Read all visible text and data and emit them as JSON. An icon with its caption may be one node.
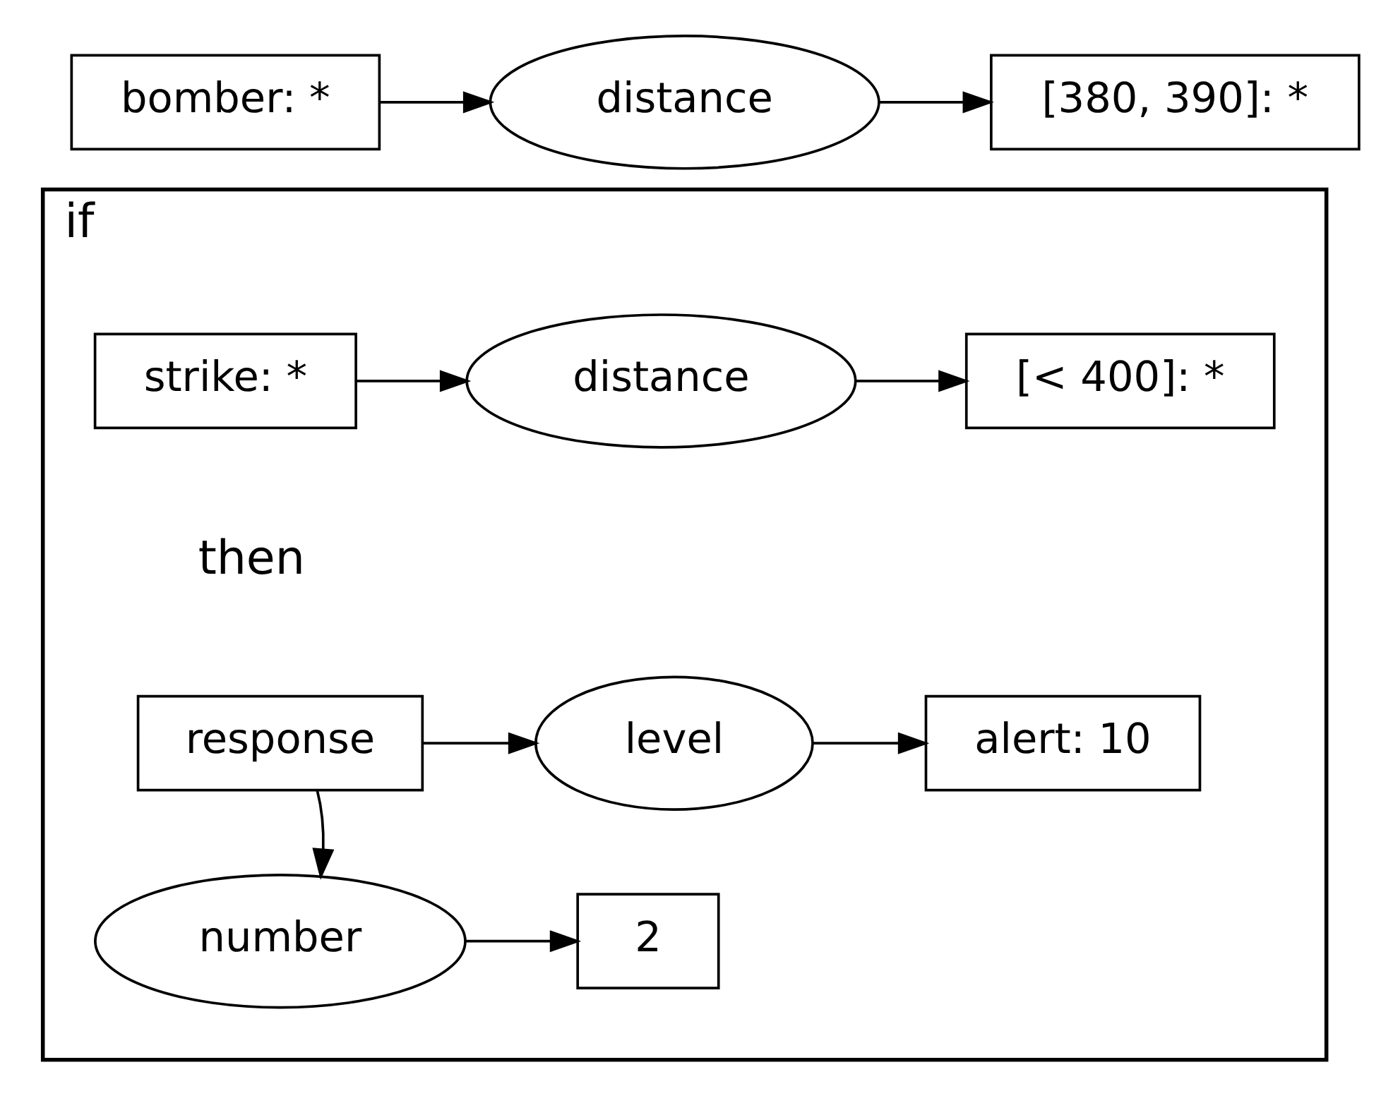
{
  "diagram": {
    "nodes": [
      {
        "text": [
          "bomber: *"
        ]
      },
      {
        "text": [
          "distance"
        ]
      },
      {
        "text": [
          "[380, 390]: *"
        ]
      },
      {
        "text": [
          "if",
          "then"
        ]
      },
      {
        "text": [
          "strike: *"
        ],
        "in": 3
      },
      {
        "text": [
          "distance"
        ],
        "in": 3
      },
      {
        "text": [
          "[< 400]: *"
        ],
        "in": 3
      },
      {
        "text": [
          "response"
        ],
        "in": 3
      },
      {
        "text": [
          "level"
        ],
        "in": 3
      },
      {
        "text": [
          "alert: 10"
        ],
        "in": 3
      },
      {
        "text": [
          "number"
        ],
        "in": 3
      },
      {
        "text": [
          "2"
        ],
        "in": 3
      }
    ],
    "edges": [
      {
        "from": 0,
        "to": 1,
        "arrow": "to"
      },
      {
        "from": 1,
        "to": 2,
        "arrow": "to"
      },
      {
        "from": 4,
        "to": 5,
        "arrow": "to"
      },
      {
        "from": 5,
        "to": 6,
        "arrow": "to"
      },
      {
        "from": 7,
        "to": 8,
        "arrow": "to"
      },
      {
        "from": 8,
        "to": 9,
        "arrow": "to"
      },
      {
        "from": 7,
        "to": 10,
        "arrow": "to"
      },
      {
        "from": 10,
        "to": 11,
        "arrow": "to"
      }
    ]
  }
}
